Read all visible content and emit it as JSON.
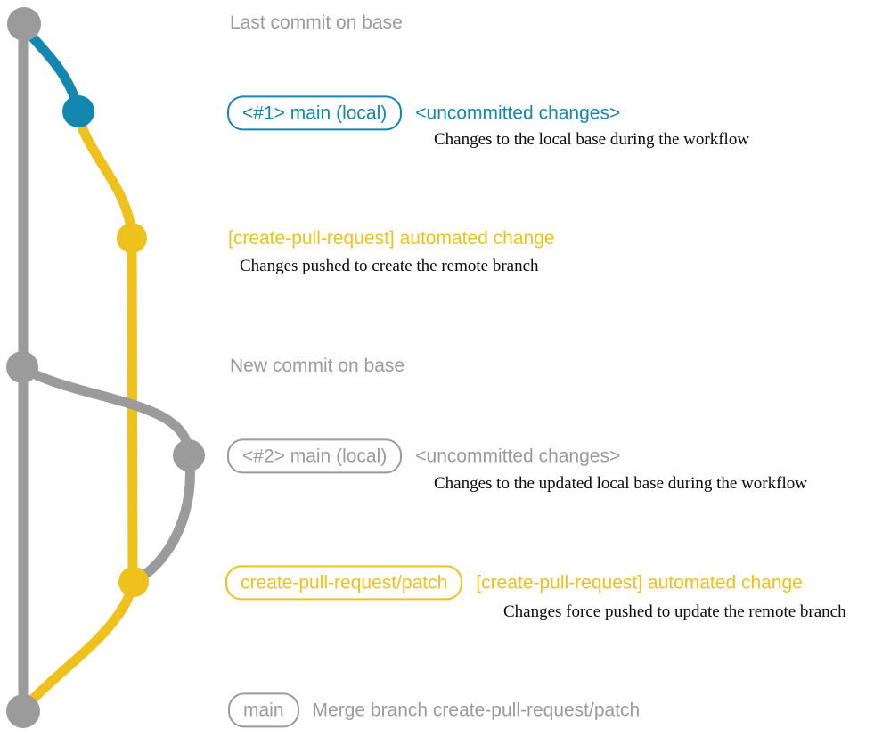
{
  "colors": {
    "gray": "#9b9b9b",
    "teal": "#1487b0",
    "yellow": "#eec11c",
    "ink": "#0a0a0a",
    "background": "#ffffff"
  },
  "graph": {
    "description_names": {
      "base_branch_line": "base-branch",
      "patch_branch_line": "create-pull-request-patch-branch",
      "nodes": [
        {
          "name": "commit-last-on-base",
          "color": "gray"
        },
        {
          "name": "commit-uncommitted-changes-1",
          "color": "teal"
        },
        {
          "name": "commit-automated-change-1",
          "color": "yellow"
        },
        {
          "name": "commit-new-on-base",
          "color": "gray"
        },
        {
          "name": "commit-uncommitted-changes-2",
          "color": "gray"
        },
        {
          "name": "commit-automated-change-2",
          "color": "yellow"
        },
        {
          "name": "commit-merge",
          "color": "gray"
        }
      ]
    }
  },
  "annotations": {
    "last_commit_label": "Last commit on base",
    "row1": {
      "badge": "<#1> main (local)",
      "heading": "<uncommitted changes>",
      "description": "Changes to the local base during the workflow"
    },
    "row2": {
      "heading": "[create-pull-request] automated change",
      "description": "Changes pushed to create the remote branch"
    },
    "new_commit_label": "New commit on base",
    "row3": {
      "badge": "<#2> main (local)",
      "heading": "<uncommitted changes>",
      "description": "Changes to the updated local base during the workflow"
    },
    "row4": {
      "badge": "create-pull-request/patch",
      "heading": "[create-pull-request] automated change",
      "description": "Changes force pushed to update the remote branch"
    },
    "row5": {
      "badge": "main",
      "heading": "Merge branch create-pull-request/patch"
    }
  }
}
